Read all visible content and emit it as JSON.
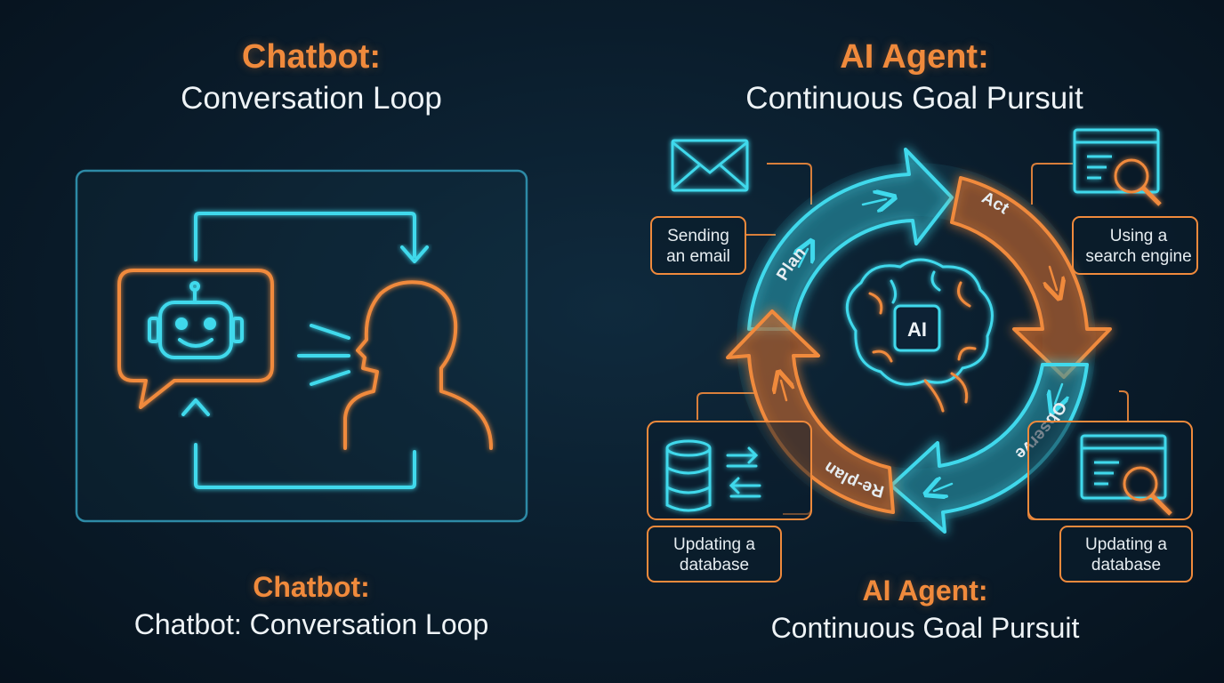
{
  "left": {
    "title_label": "Chatbot:",
    "title_sub": "Conversation Loop",
    "bottom_label": "Chatbot:",
    "bottom_sub": "Chatbot: Conversation Loop"
  },
  "right": {
    "title_label": "AI Agent:",
    "title_sub": "Continuous Goal Pursuit",
    "bottom_label": "AI Agent:",
    "bottom_sub": "Continuous Goal Pursuit",
    "center_badge": "AI",
    "cycle": {
      "plan": "Plan",
      "act": "Act",
      "observe": "Observe",
      "replan": "Re-plan"
    },
    "tools": {
      "email_line1": "Sending",
      "email_line2": "an email",
      "search_line1": "Using a",
      "search_line2": "search engine",
      "db_left_line1": "Updating a",
      "db_left_line2": "database",
      "db_right_line1": "Updating a",
      "db_right_line2": "database"
    }
  },
  "colors": {
    "orange": "#f08a3c",
    "cyan": "#3fd9ec",
    "background": "#0a1c2b"
  }
}
